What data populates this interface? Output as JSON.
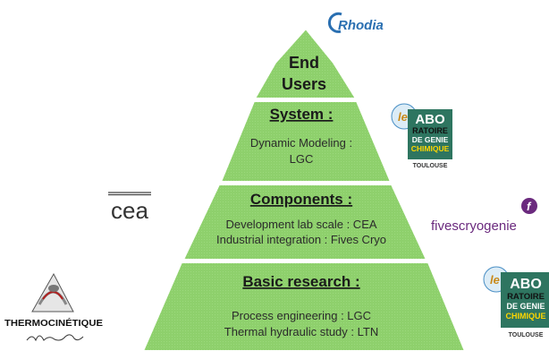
{
  "pyramid": {
    "top": {
      "lines": [
        "End",
        "Users"
      ]
    },
    "tiers": [
      {
        "title": "System :",
        "lines": [
          "Dynamic Modeling :",
          "LGC"
        ]
      },
      {
        "title": "Components :",
        "lines": [
          "Development lab scale : CEA",
          "Industrial integration : Fives Cryo"
        ]
      },
      {
        "title": "Basic research :",
        "lines": [
          "Process engineering : LGC",
          "Thermal hydraulic study : LTN"
        ]
      }
    ],
    "colors": {
      "fill": "#8ed06c",
      "shade": "#76b659",
      "border": "#ffffff"
    }
  },
  "logos": {
    "rhodia": {
      "text": "Rhodia",
      "color": "#2a6fb1"
    },
    "labo_top": {
      "lines": [
        "le",
        "ABO",
        "RATOIRE",
        "DE GENIE",
        "CHIMIQUE",
        "TOULOUSE"
      ]
    },
    "cea": {
      "text": "cea"
    },
    "fives": {
      "text": "fivescryogenie",
      "color": "#6b2a7e"
    },
    "labo_bottom": {
      "lines": [
        "le",
        "ABO",
        "RATOIRE",
        "DE GENIE",
        "CHIMIQUE",
        "TOULOUSE"
      ]
    },
    "thermo": {
      "text": "THERMOCINÉTIQUE"
    }
  }
}
